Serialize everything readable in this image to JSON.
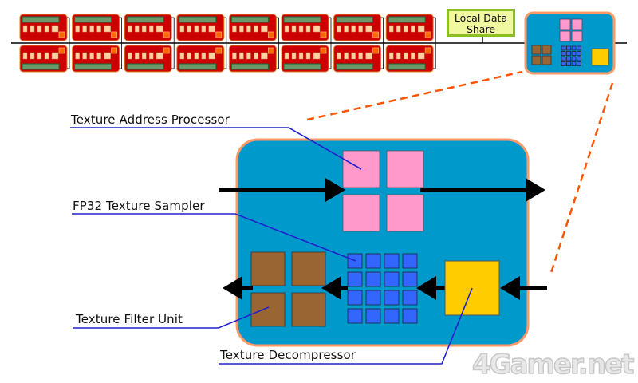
{
  "diagram": {
    "title": "Texture Unit Block Diagram",
    "top_bar": {
      "compute_unit_pairs": 8,
      "local_data_share_label": "Local Data Share"
    },
    "labels": {
      "address_processor": "Texture Address Processor",
      "sampler": "FP32 Texture Sampler",
      "filter_unit": "Texture Filter Unit",
      "decompressor": "Texture Decompressor"
    },
    "components": {
      "address_processor_blocks": 4,
      "sampler_blocks": 16,
      "filter_unit_blocks": 4,
      "decompressor_blocks": 1
    },
    "colors": {
      "container_fill": "#0099cc",
      "container_border": "#ff9966",
      "address_processor": "#ff99cc",
      "sampler": "#3366ff",
      "filter_unit": "#996633",
      "decompressor": "#ffcc00",
      "simd_red": "#cc0000",
      "leader_line": "#2222cc",
      "zoom_dash": "#ff5500"
    },
    "watermark": "4Gamer.net"
  }
}
